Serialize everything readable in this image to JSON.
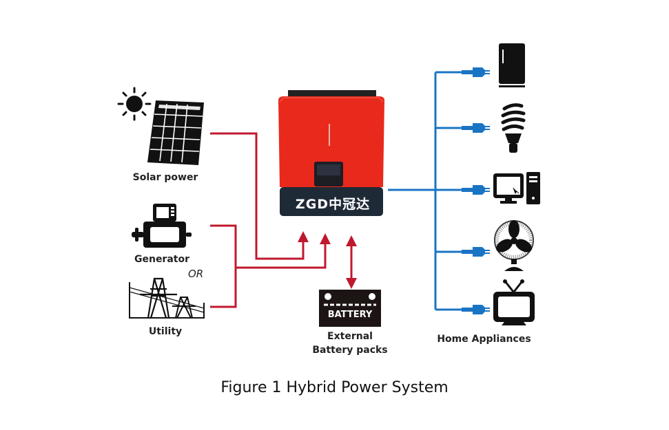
{
  "sources": {
    "solar": {
      "label": "Solar power",
      "icon": "solar-panel-icon"
    },
    "generator": {
      "label": "Generator",
      "icon": "generator-icon"
    },
    "or_label": "OR",
    "utility": {
      "label": "Utility",
      "icon": "power-tower-icon"
    }
  },
  "inverter": {
    "brand": "ZGD中冠达",
    "icon": "hybrid-inverter-icon",
    "body_color": "#e8291c",
    "base_color": "#1e2a36"
  },
  "battery": {
    "badge_text": "BATTERY",
    "label_line1": "External",
    "label_line2": "Battery packs",
    "icon": "battery-icon"
  },
  "appliances": {
    "label": "Home Appliances",
    "items": [
      {
        "name": "refrigerator",
        "icon": "refrigerator-icon"
      },
      {
        "name": "light-bulb",
        "icon": "cfl-bulb-icon"
      },
      {
        "name": "computer",
        "icon": "desktop-computer-icon"
      },
      {
        "name": "fan",
        "icon": "desk-fan-icon"
      },
      {
        "name": "television",
        "icon": "tv-icon"
      }
    ]
  },
  "colors": {
    "input_line": "#c0182e",
    "output_line": "#1a74c4",
    "icon": "#111111"
  },
  "caption": "Figure 1 Hybrid Power System"
}
